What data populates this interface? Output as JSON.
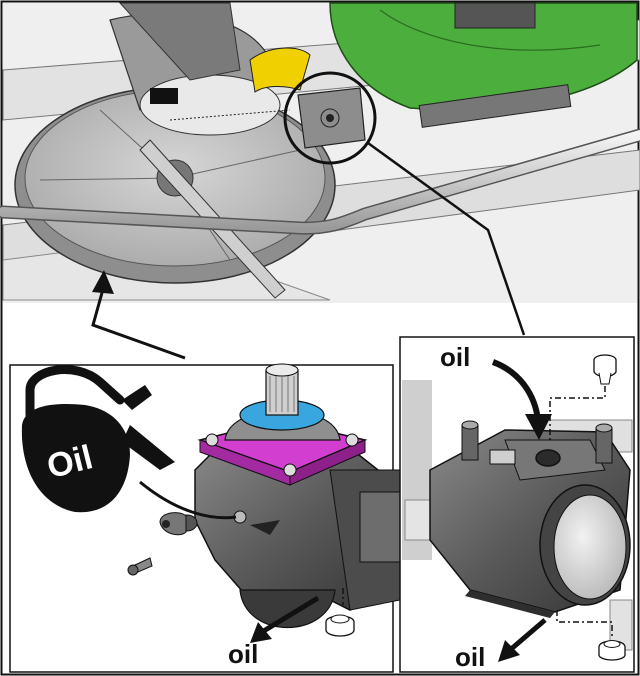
{
  "labels": {
    "oil_right_top": "oil",
    "oil_right_bottom": "oil",
    "oil_left_bottom": "oil",
    "oil_can": "Oil"
  },
  "colors": {
    "mower_green": "#4cae3c",
    "gearbox_cover_magenta": "#d23fd0",
    "shaft_seal_blue": "#3aa6e0",
    "drive_yellow": "#f1d000",
    "gearbox_gray": "#5b5b5b",
    "outline": "#111111"
  },
  "icons": [
    "oil-can-icon",
    "drain-plug-icon",
    "fill-plug-icon",
    "oil-flow-arrow-icon"
  ]
}
